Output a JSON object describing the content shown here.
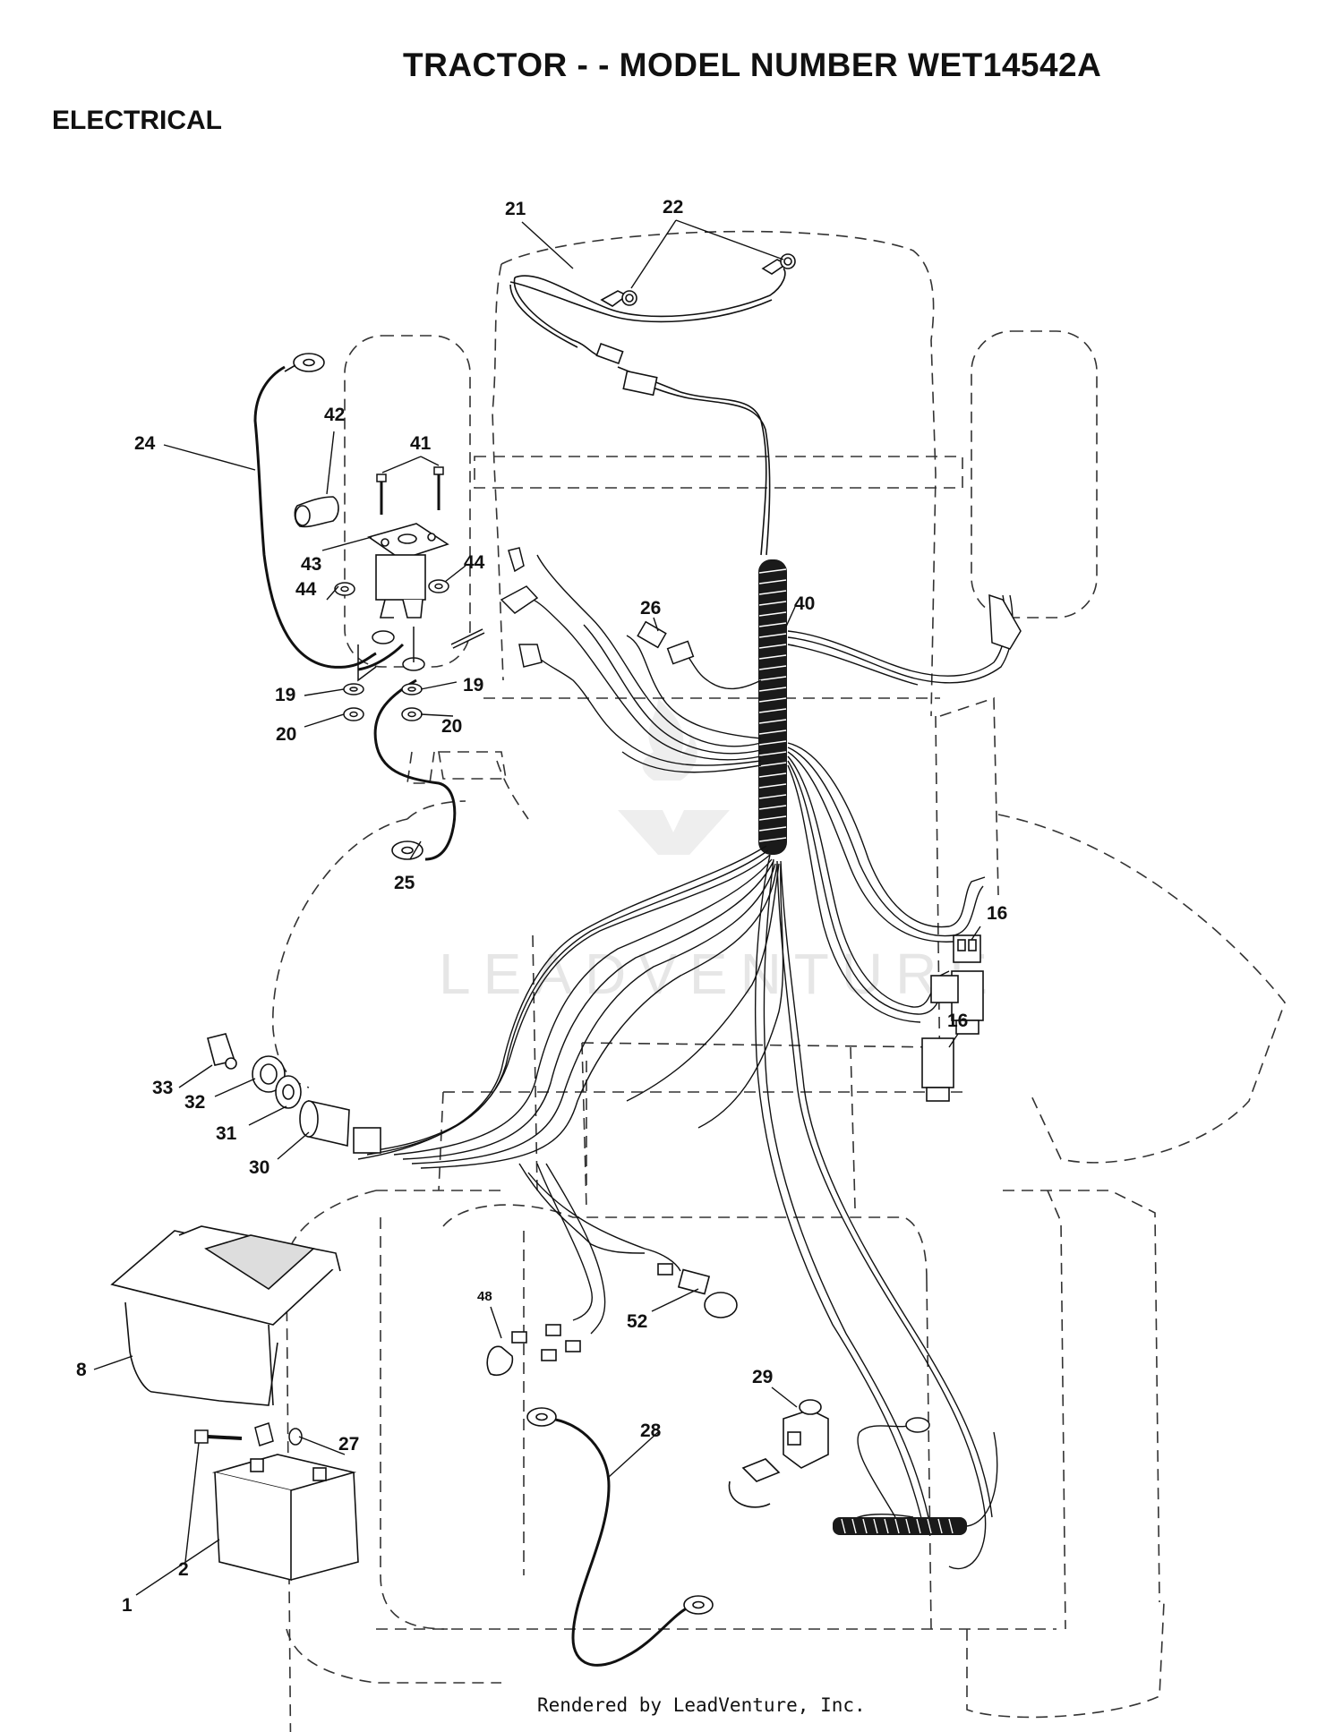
{
  "header": {
    "title": "TRACTOR - - MODEL NUMBER WET14542A",
    "section": "ELECTRICAL"
  },
  "callouts": [
    {
      "id": "c21",
      "label": "21"
    },
    {
      "id": "c22",
      "label": "22"
    },
    {
      "id": "c24",
      "label": "24"
    },
    {
      "id": "c42",
      "label": "42"
    },
    {
      "id": "c41",
      "label": "41"
    },
    {
      "id": "c43",
      "label": "43"
    },
    {
      "id": "c44a",
      "label": "44"
    },
    {
      "id": "c44b",
      "label": "44"
    },
    {
      "id": "c19a",
      "label": "19"
    },
    {
      "id": "c19b",
      "label": "19"
    },
    {
      "id": "c20a",
      "label": "20"
    },
    {
      "id": "c20b",
      "label": "20"
    },
    {
      "id": "c25",
      "label": "25"
    },
    {
      "id": "c26",
      "label": "26"
    },
    {
      "id": "c40",
      "label": "40"
    },
    {
      "id": "c16a",
      "label": "16"
    },
    {
      "id": "c16b",
      "label": "16"
    },
    {
      "id": "c33",
      "label": "33"
    },
    {
      "id": "c32",
      "label": "32"
    },
    {
      "id": "c31",
      "label": "31"
    },
    {
      "id": "c30",
      "label": "30"
    },
    {
      "id": "c48",
      "label": "48"
    },
    {
      "id": "c52",
      "label": "52"
    },
    {
      "id": "c8",
      "label": "8"
    },
    {
      "id": "c29",
      "label": "29"
    },
    {
      "id": "c27",
      "label": "27"
    },
    {
      "id": "c28",
      "label": "28"
    },
    {
      "id": "c2",
      "label": "2"
    },
    {
      "id": "c1",
      "label": "1"
    }
  ],
  "watermark": "LEADVENTURE",
  "footer": {
    "text": "Rendered by LeadVenture, Inc."
  }
}
